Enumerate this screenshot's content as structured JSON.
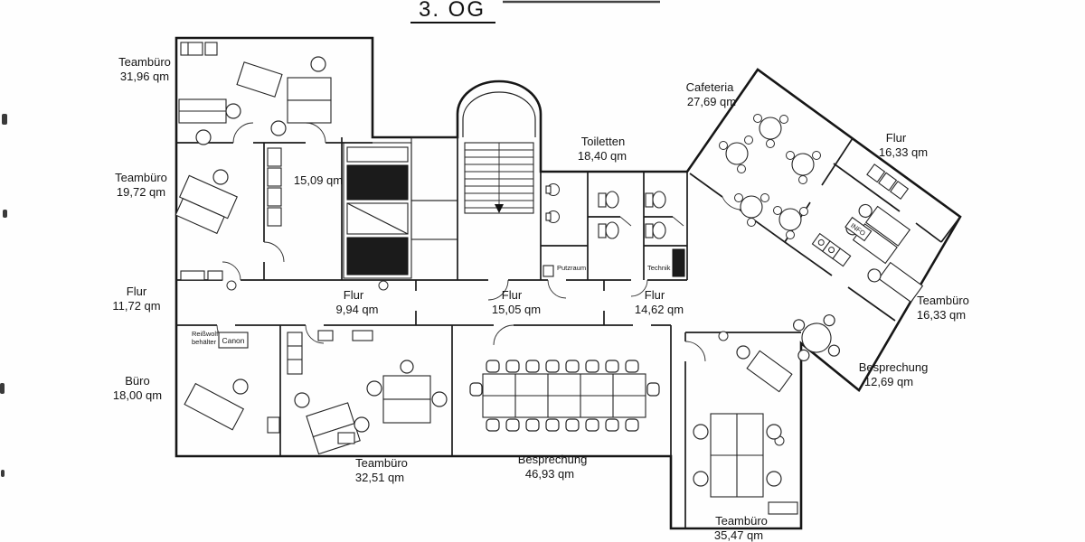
{
  "title": "3. OG",
  "rooms": [
    {
      "name": "Teambüro",
      "area": "31,96 qm"
    },
    {
      "name": "Teambüro",
      "area": "19,72 qm"
    },
    {
      "name": "",
      "area": "15,09 qm"
    },
    {
      "name": "Flur",
      "area": "11,72 qm"
    },
    {
      "name": "Büro",
      "area": "18,00 qm"
    },
    {
      "name": "Flur",
      "area": "9,94 qm"
    },
    {
      "name": "Flur",
      "area": "15,05 qm"
    },
    {
      "name": "Toiletten",
      "area": "18,40 qm"
    },
    {
      "name": "Flur",
      "area": "14,62 qm"
    },
    {
      "name": "Cafeteria",
      "area": "27,69 qm"
    },
    {
      "name": "Flur",
      "area": "16,33 qm"
    },
    {
      "name": "Teambüro",
      "area": "16,33 qm"
    },
    {
      "name": "Besprechung",
      "area": "12,69 qm"
    },
    {
      "name": "Teambüro",
      "area": "32,51 qm"
    },
    {
      "name": "Besprechung",
      "area": "46,93 qm"
    },
    {
      "name": "Teambüro",
      "area": "35,47 qm"
    }
  ],
  "annotations": {
    "shredder_line1": "Reißwolf-",
    "shredder_line2": "behälter",
    "copier": "Canon",
    "putzraum": "Putzraum",
    "technik": "Technik",
    "info": "INFO"
  }
}
